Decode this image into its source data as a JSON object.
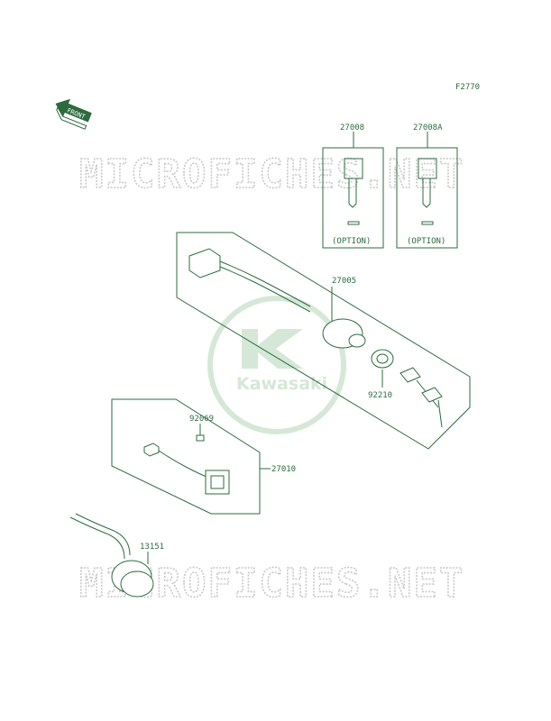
{
  "figure_code": "F2770",
  "front_label": "FRONT",
  "watermark": "MICROFICHES.NET",
  "logo_text": "Kawasaki",
  "parts": [
    {
      "number": "27008",
      "note": "(OPTION)"
    },
    {
      "number": "27008A",
      "note": "(OPTION)"
    },
    {
      "number": "27005"
    },
    {
      "number": "92210"
    },
    {
      "number": "92069"
    },
    {
      "number": "27010"
    },
    {
      "number": "13151"
    }
  ],
  "colors": {
    "line": "#2d6b3f",
    "watermark": "#c9c9c9",
    "logo": "#d5e8d7"
  }
}
